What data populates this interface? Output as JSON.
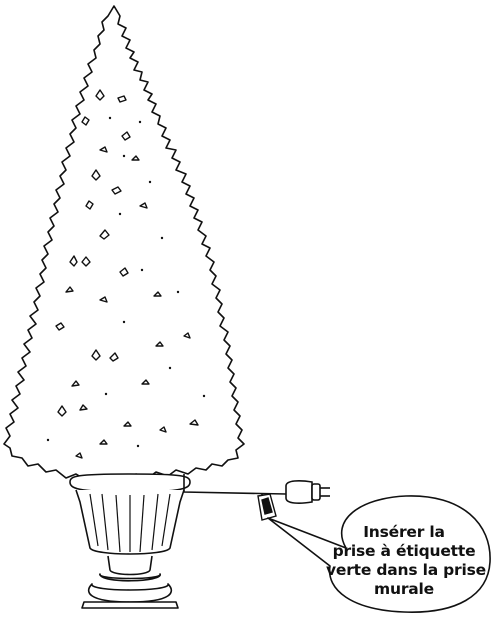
{
  "callout": {
    "lines": [
      "Insérer la",
      "prise à étiquette",
      "verte dans la prise",
      "murale"
    ]
  },
  "colors": {
    "stroke": "#111111",
    "background": "#ffffff"
  },
  "icons": [
    "tree-icon",
    "urn-planter-icon",
    "power-plug-icon",
    "green-tag-icon"
  ]
}
